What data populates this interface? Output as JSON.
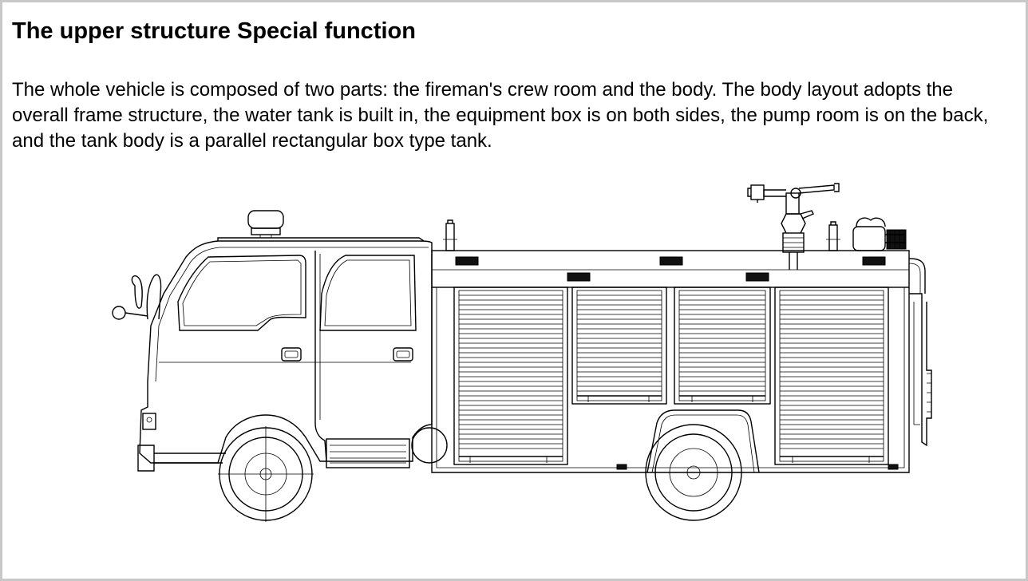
{
  "slide": {
    "title": "The upper structure Special function",
    "description": "The whole vehicle is composed of two parts: the fireman's crew room and the body. The body layout adopts the overall frame structure, the water tank is built in, the equipment box is on both sides, the pump room is on the back, and the tank body is a parallel rectangular box type tank."
  },
  "drawing": {
    "icon": "fire-truck-side-view-line-drawing",
    "line_color": "#000000"
  }
}
